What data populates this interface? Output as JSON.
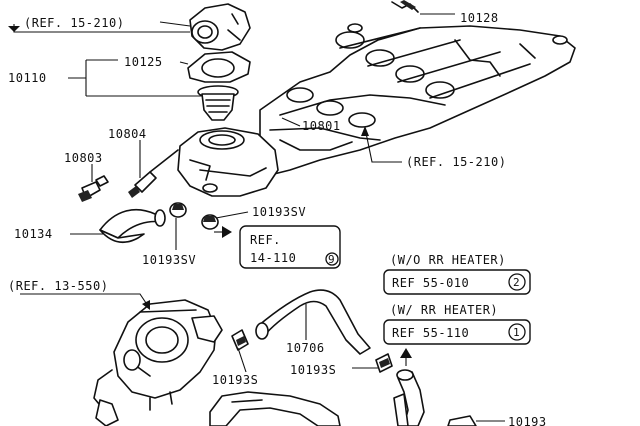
{
  "labels": {
    "ref_15_210_top": "(REF. 15-210)",
    "ref_15_210_right": "(REF. 15-210)",
    "ref_13_550": "(REF. 13-550)",
    "p10128": "10128",
    "p10125": "10125",
    "p10110": "10110",
    "p10804": "10804",
    "p10803": "10803",
    "p10801": "10801",
    "p10134": "10134",
    "p10193sv_right": "10193SV",
    "p10193sv_left": "10193SV",
    "p10706": "10706",
    "p10193s_left": "10193S",
    "p10193s_right": "10193S",
    "p_bottom_right": "10193"
  },
  "ref_boxes": {
    "ref14_line1": "REF.",
    "ref14_line2": "14-110",
    "ref14_num": "9",
    "wo_heater": "(W/O RR HEATER)",
    "ref55_010": "REF 55-010",
    "ref55_010_num": "2",
    "w_heater": "(W/ RR HEATER)",
    "ref55_110": "REF 55-110",
    "ref55_110_num": "1"
  }
}
